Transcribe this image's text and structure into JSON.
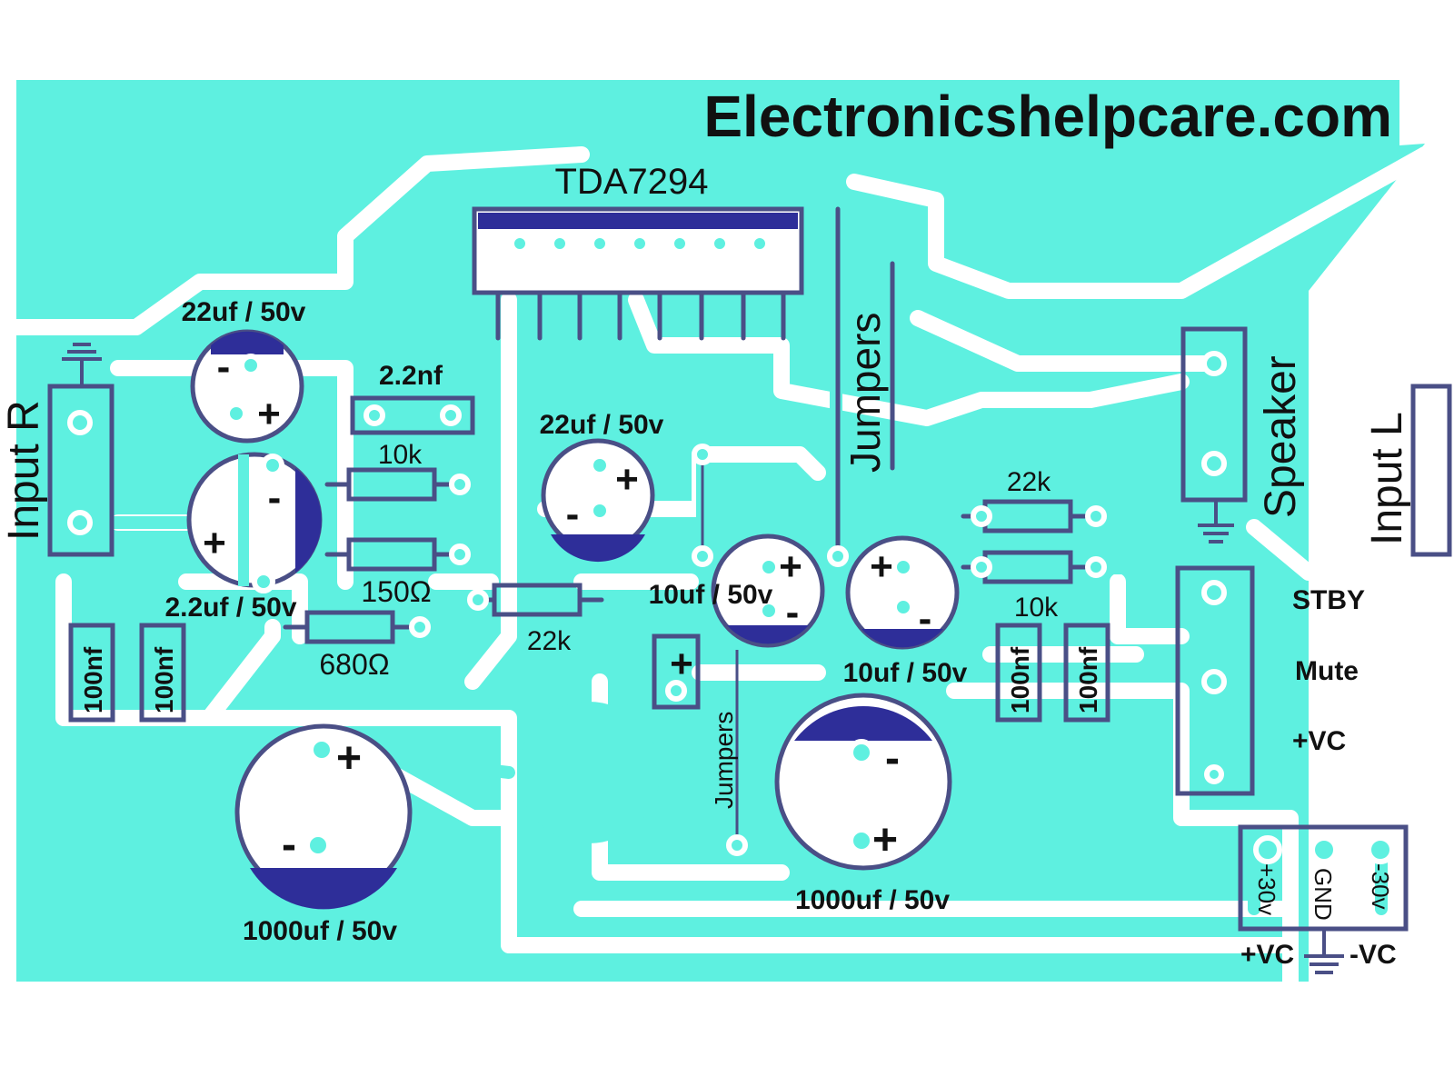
{
  "brand": {
    "website": "Electronicshelpcare.com"
  },
  "ic": {
    "name": "TDA7294"
  },
  "connectors": {
    "input_r": "Input R",
    "input_l": "Input L",
    "speaker": "Speaker",
    "stby": "STBY",
    "mute": "Mute",
    "vc": "+VC",
    "supply_pos": "+30v",
    "supply_gnd": "GND",
    "supply_neg": "-30v",
    "rail_pos": "+VC",
    "rail_neg": "-VC"
  },
  "jumpers": {
    "top": "Jumpers",
    "bottom": "Jumpers"
  },
  "capacitors": {
    "c_22uf_left": "22uf / 50v",
    "c_2_2uf": "2.2uf / 50v",
    "c_22uf_mid": "22uf / 50v",
    "c_10uf_a": "10uf / 50v",
    "c_10uf_b": "10uf / 50v",
    "c_1000uf_left": "1000uf / 50v",
    "c_1000uf_right": "1000uf / 50v",
    "c_2_2nf": "2.2nf",
    "c_100nf_1": "100nf",
    "c_100nf_2": "100nf",
    "c_100nf_3": "100nf",
    "c_100nf_4": "100nf"
  },
  "resistors": {
    "r_10k_left": "10k",
    "r_150": "150Ω",
    "r_680": "680Ω",
    "r_22k_mid": "22k",
    "r_22k_right": "22k",
    "r_10k_right": "10k"
  },
  "polarity": {
    "plus": "+",
    "minus": "-"
  },
  "colors": {
    "copper": "#5ef0e0",
    "outline": "#4a4f86",
    "polarity_band": "#2e2e99",
    "text": "#111111",
    "background": "#ffffff"
  }
}
